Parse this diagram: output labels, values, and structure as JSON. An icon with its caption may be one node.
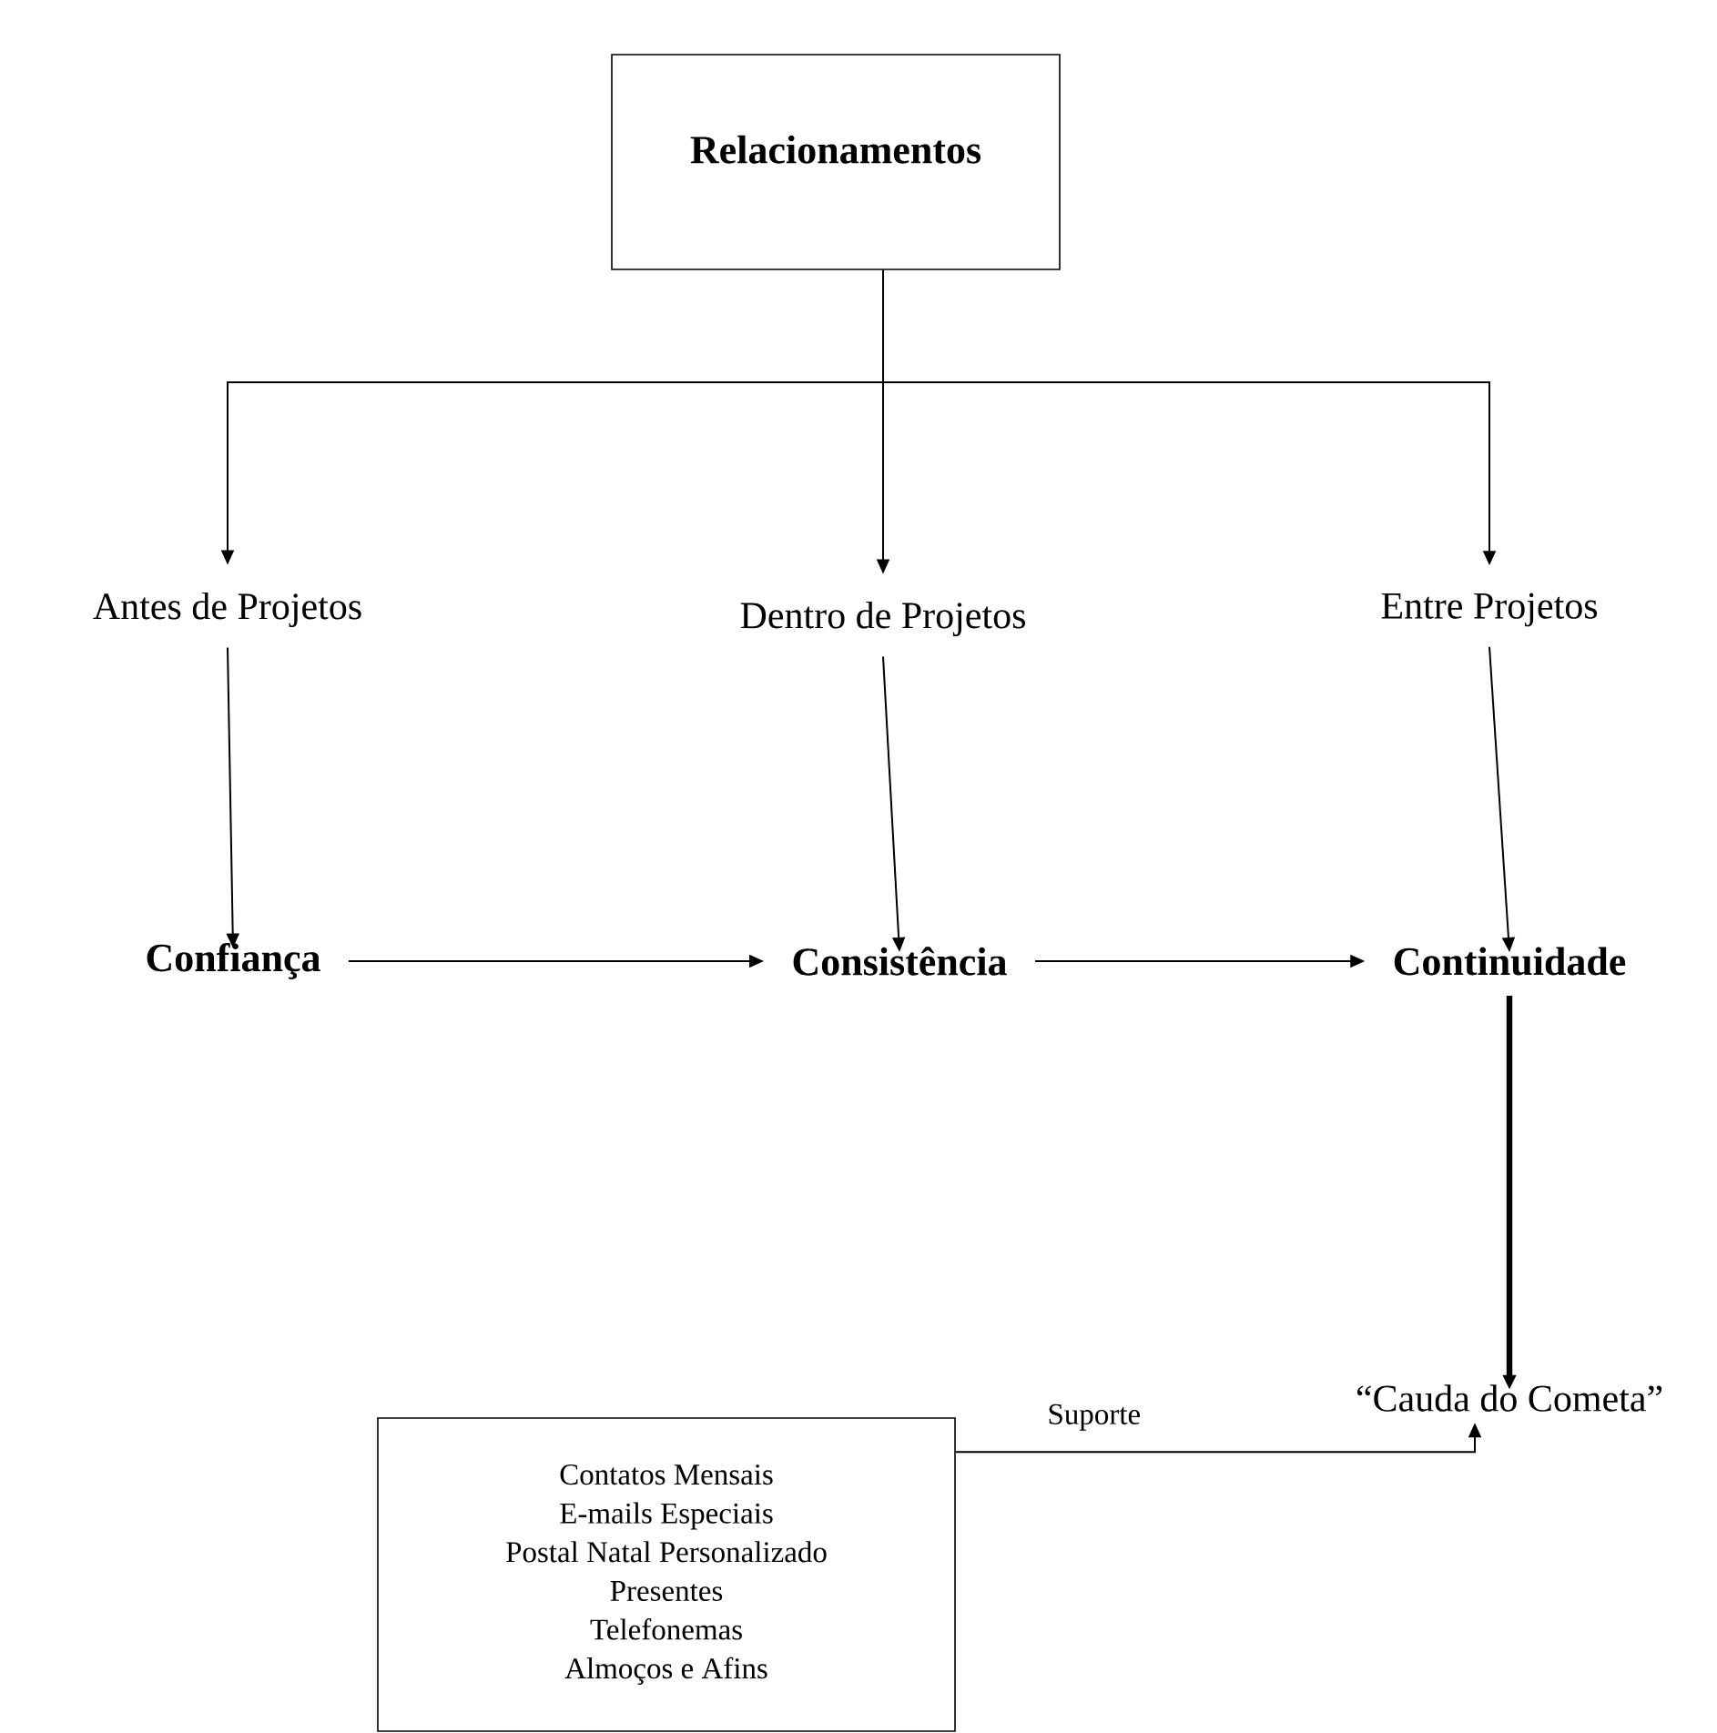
{
  "diagram": {
    "nodes": [
      {
        "text": [
          "Relacionamentos"
        ]
      },
      {
        "text": [
          "Antes de Projetos"
        ]
      },
      {
        "text": [
          "Dentro de Projetos"
        ]
      },
      {
        "text": [
          "Entre Projetos"
        ]
      },
      {
        "text": [
          "Confiança"
        ]
      },
      {
        "text": [
          "Consistência"
        ]
      },
      {
        "text": [
          "Continuidade"
        ]
      },
      {
        "text": [
          "“Cauda do Cometa”"
        ]
      },
      {
        "text": [
          "Contatos Mensais",
          "E-mails Especiais",
          "Postal Natal Personalizado",
          "Presentes",
          "Telefonemas",
          "Almoços e Afins"
        ]
      }
    ],
    "edges": [
      {
        "from": 0,
        "to": 1,
        "arrow": "to"
      },
      {
        "from": 0,
        "to": 2,
        "arrow": "to"
      },
      {
        "from": 0,
        "to": 3,
        "arrow": "to"
      },
      {
        "from": 1,
        "to": 4,
        "arrow": "to"
      },
      {
        "from": 2,
        "to": 5,
        "arrow": "to"
      },
      {
        "from": 3,
        "to": 6,
        "arrow": "to"
      },
      {
        "from": 4,
        "to": 5,
        "arrow": "to"
      },
      {
        "from": 5,
        "to": 6,
        "arrow": "to"
      },
      {
        "from": 6,
        "to": 7,
        "arrow": "to",
        "style": "thick"
      },
      {
        "from": 8,
        "to": 7,
        "arrow": "to",
        "label": "Suporte"
      }
    ]
  }
}
